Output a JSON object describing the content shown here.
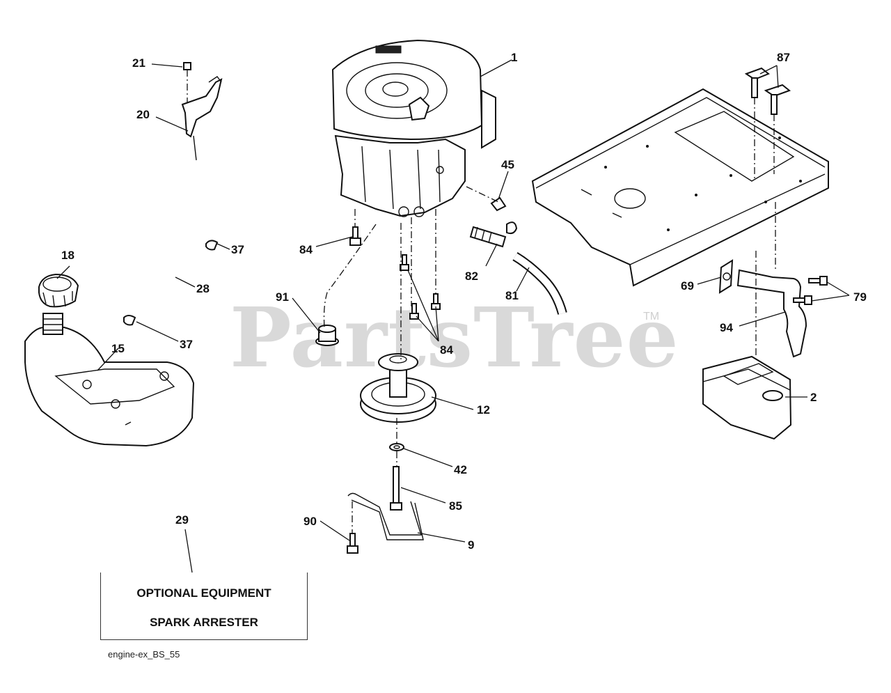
{
  "watermark": {
    "text": "PartsTree",
    "tm": "TM"
  },
  "optional_box": {
    "line1": "OPTIONAL EQUIPMENT",
    "line2": "SPARK ARRESTER"
  },
  "footnote": "engine-ex_BS_55",
  "callouts": {
    "c1": "1",
    "c2": "2",
    "c9": "9",
    "c12": "12",
    "c15": "15",
    "c18": "18",
    "c20": "20",
    "c21": "21",
    "c28": "28",
    "c29": "29",
    "c37a": "37",
    "c37b": "37",
    "c42": "42",
    "c45": "45",
    "c69": "69",
    "c79": "79",
    "c81": "81",
    "c82": "82",
    "c84a": "84",
    "c84b": "84",
    "c85": "85",
    "c87": "87",
    "c90": "90",
    "c91": "91",
    "c94": "94"
  }
}
